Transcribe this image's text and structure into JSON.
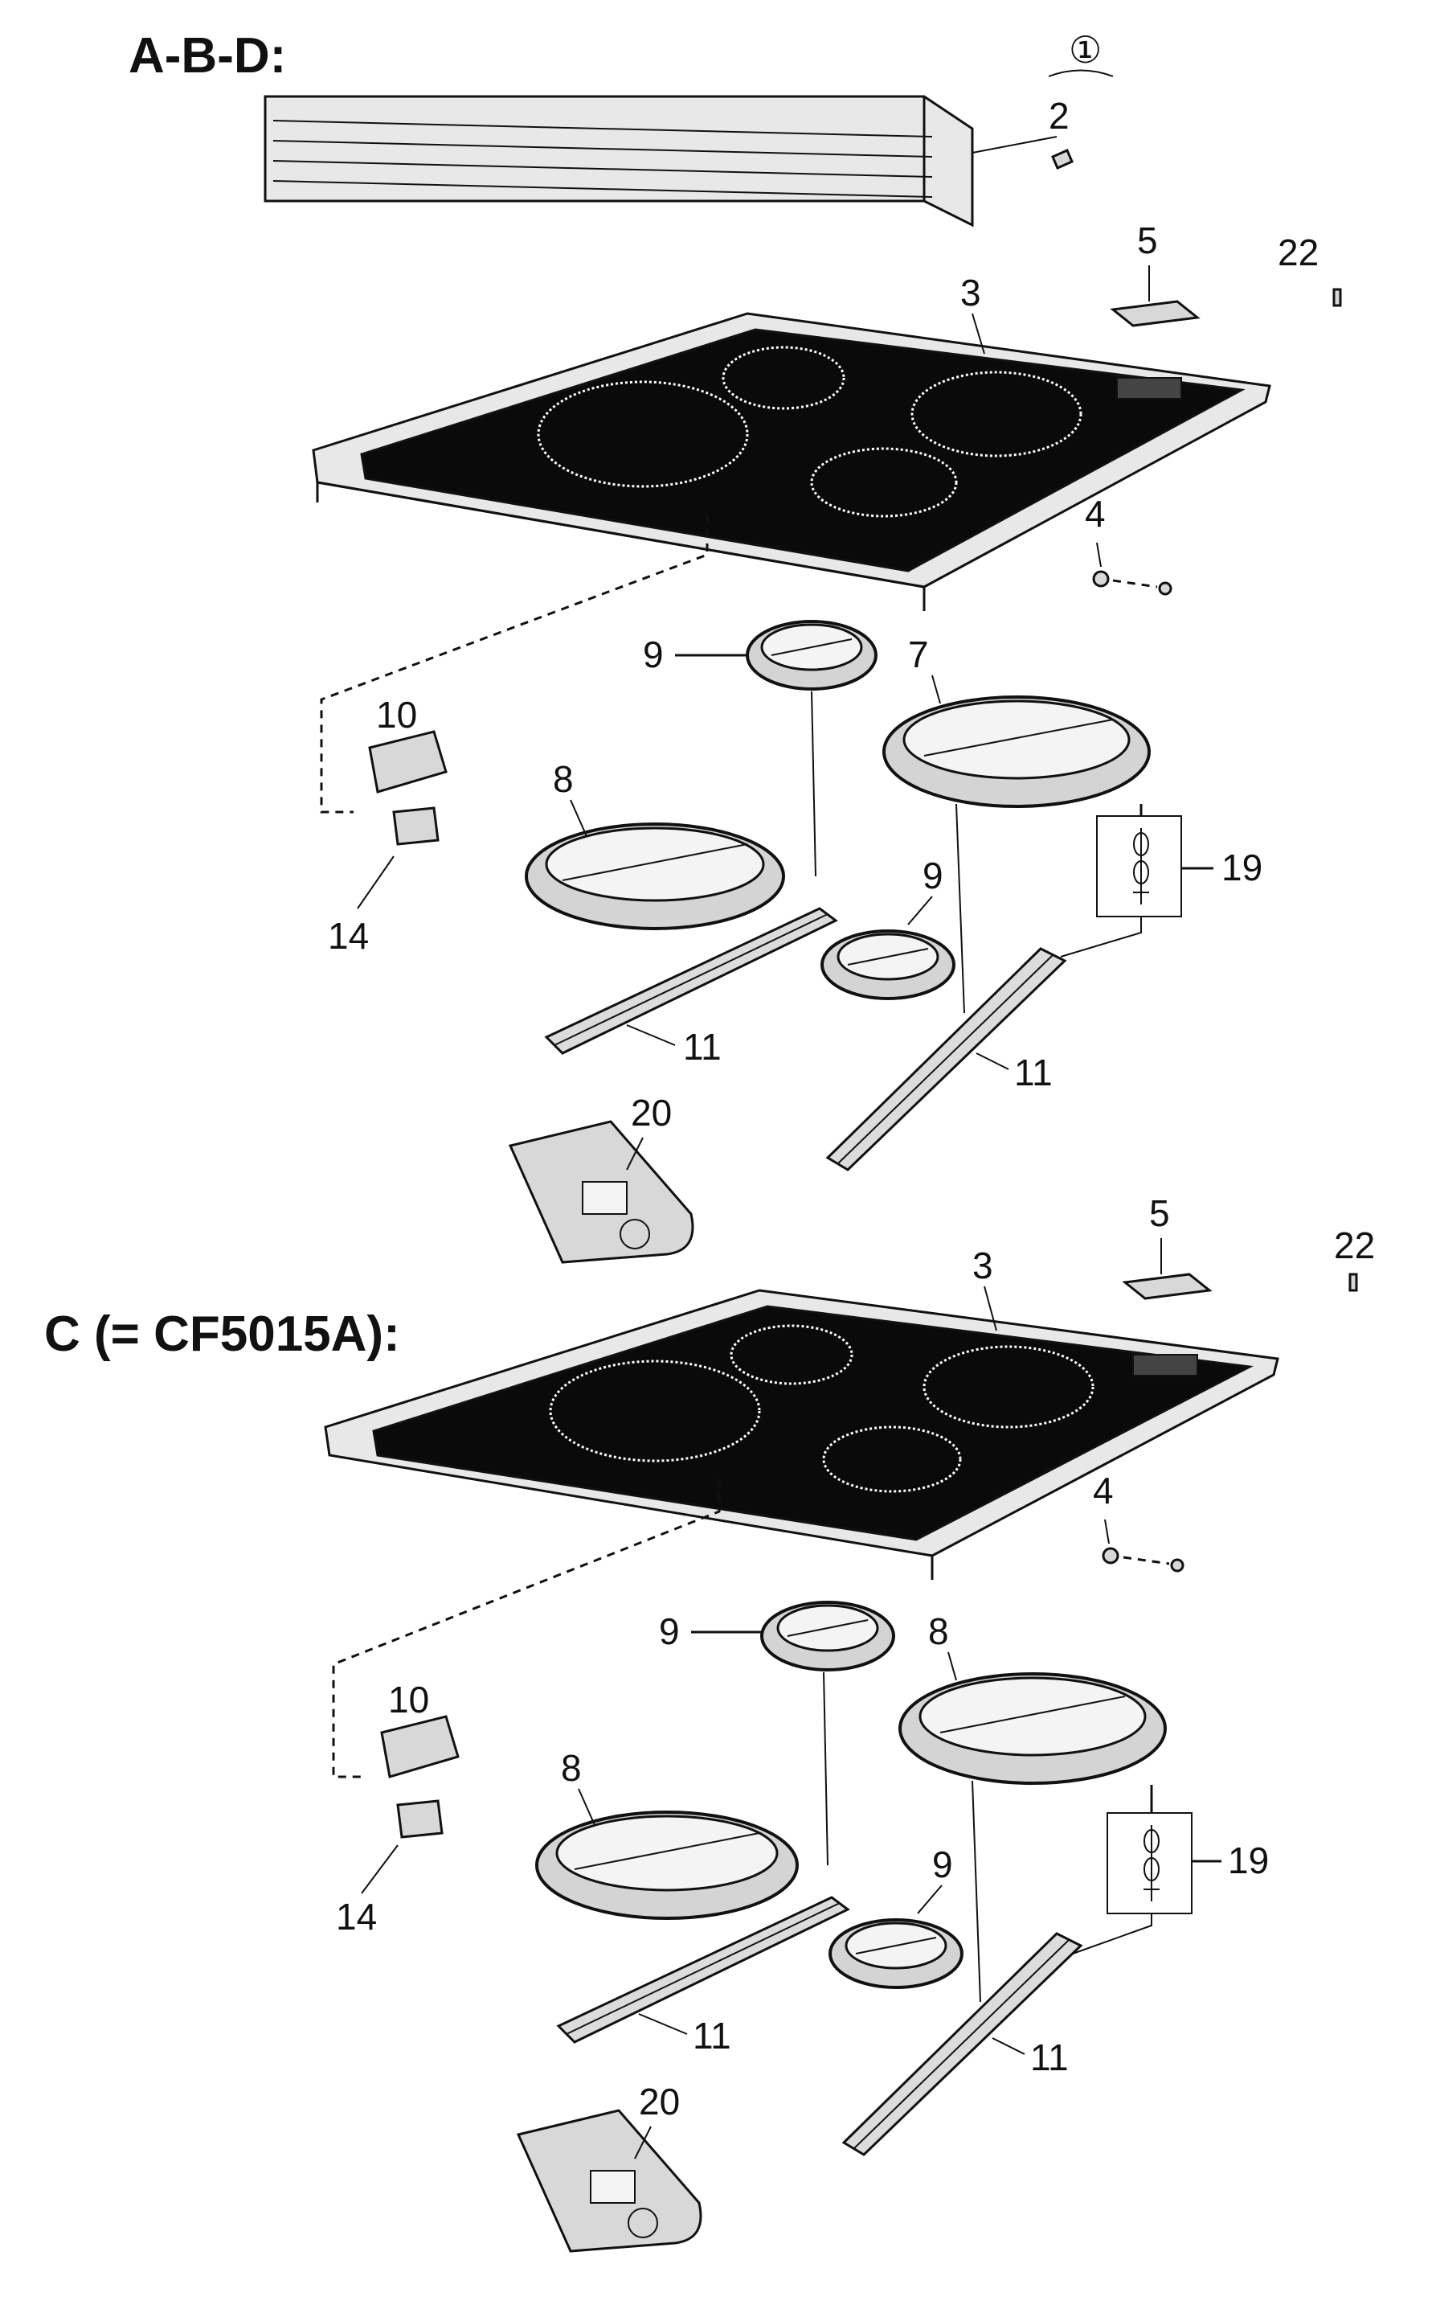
{
  "headings": {
    "top": "A-B-D:",
    "bottom": "C (= CF5015A):"
  },
  "labels": {
    "group_1": "①",
    "p2": "2",
    "p3": "3",
    "p4": "4",
    "p5": "5",
    "p7": "7",
    "p8": "8",
    "p9": "9",
    "p10": "10",
    "p11": "11",
    "p14": "14",
    "p19": "19",
    "p20": "20",
    "p22": "22"
  }
}
